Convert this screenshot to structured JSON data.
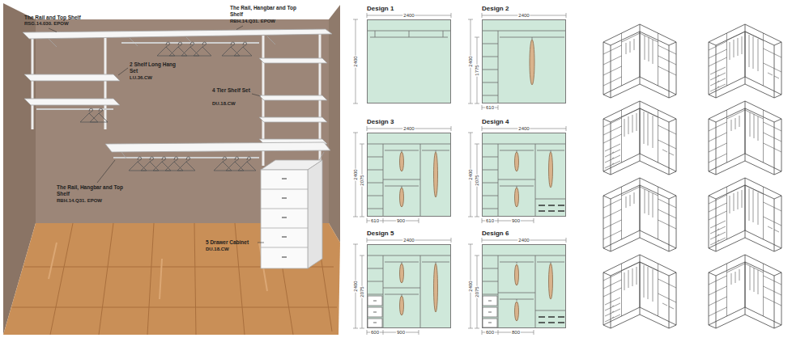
{
  "diagram": {
    "nodes": [
      {
        "text": [
          "Design 1"
        ]
      },
      {
        "text": [
          "Design 2"
        ]
      },
      {
        "text": [
          "Design 3"
        ]
      },
      {
        "text": [
          "Design 4"
        ]
      },
      {
        "text": [
          "Design 5"
        ]
      },
      {
        "text": [
          "Design 6"
        ]
      }
    ],
    "labels": [
      "The Rail and Top Shelf",
      "RSG.14.030. EPOW",
      "The Rail, Hangbar and Top Shelf",
      "RBH.14.Q31. EPOW",
      "2 Shelf Long Hang Set",
      "LU.36.CW",
      "4 Tier Shelf Set",
      "DU.18.CW",
      "The Rail, Hangbar and Top Shelf",
      "RBH.14.Q31. EPOW",
      "5 Drawer Cabinet",
      "DU.18.CW",
      "2400",
      "2400",
      "2400",
      "2400",
      "1775",
      "610",
      "2400",
      "2400",
      "2075",
      "610",
      "900",
      "2400",
      "2400",
      "2075",
      "610",
      "900",
      "2400",
      "2400",
      "2075",
      "600",
      "900",
      "2400",
      "2400",
      "2075",
      "600",
      "800"
    ]
  }
}
